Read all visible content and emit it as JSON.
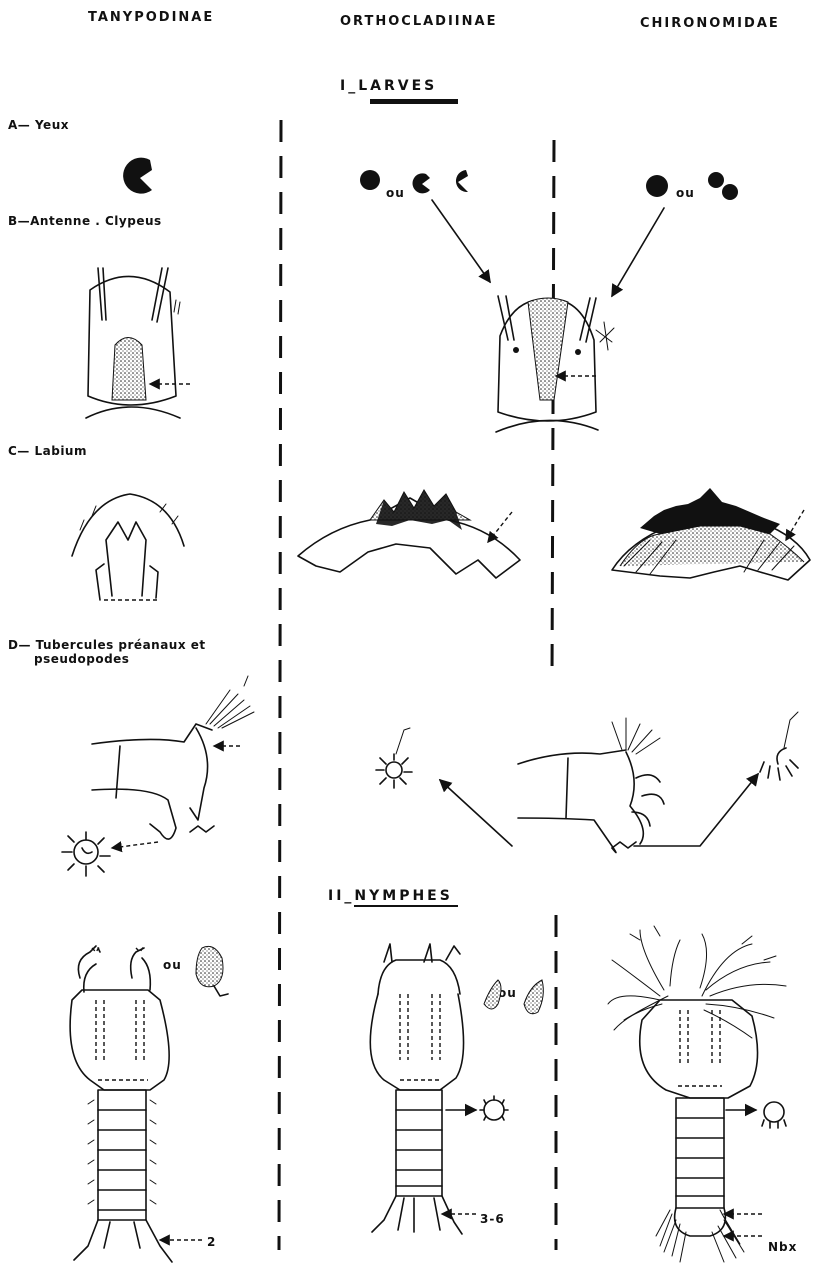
{
  "columns": [
    "TANYPODINAE",
    "ORTHOCLADIINAE",
    "CHIRONOMIDAE"
  ],
  "sections": {
    "larves": "I_LARVES",
    "nymphes": "II_NYMPHES"
  },
  "rows": {
    "a": "A— Yeux",
    "b": "B—Antenne . Clypeus",
    "c": "C— Labium",
    "d_line1": "D— Tubercules préanaux et",
    "d_line2": "pseudopodes"
  },
  "annotations": {
    "ou_orth_eyes": "ou",
    "ou_chir_eyes": "ou",
    "ou_tany_pupa": "ou",
    "ou_orth_pupa": "ou",
    "count_tany": "2",
    "count_orth": "3-6",
    "count_chir": "Nbx"
  }
}
